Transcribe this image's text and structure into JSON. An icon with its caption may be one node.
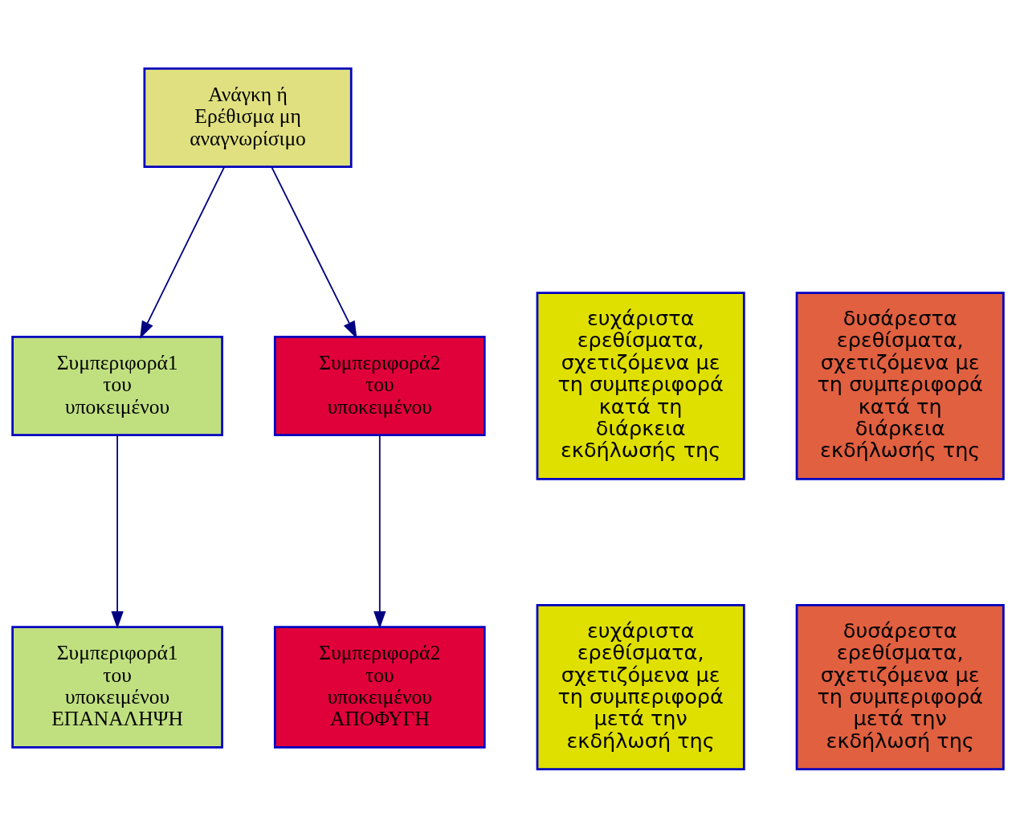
{
  "diagram": {
    "nodes": [
      {
        "text": [
          "Ανάγκη ή Ερέθισμα μη αναγνωρίσιμο"
        ]
      },
      {
        "text": [
          "ευχάριστα ερεθίσματα, σχετιζόμενα με τη συμπεριφορά κατά τη διάρκεια εκδήλωσής της"
        ]
      },
      {
        "text": [
          "Συμπεριφορά1 του υποκειμένου"
        ]
      },
      {
        "text": [
          "Συμπεριφορά2 του υποκειμένου"
        ]
      },
      {
        "text": [
          "δυσάρεστα ερεθίσματα, σχετιζόμενα με τη συμπεριφορά κατά τη διάρκεια εκδήλωσής της"
        ]
      },
      {
        "text": [
          "ευχάριστα ερεθίσματα, σχετιζόμενα με τη συμπεριφορά μετά την εκδήλωσή της"
        ]
      },
      {
        "text": [
          "δυσάρεστα ερεθίσματα, σχετιζόμενα με τη συμπεριφορά μετά την εκδήλωσή της"
        ]
      },
      {
        "text": [
          "Συμπεριφορά1 του υποκειμένου ΕΠΑΝΑΛΗΨΗ"
        ]
      },
      {
        "text": [
          "Συμπεριφορά2 του υποκειμένου ΑΠΟΦΥΓΗ"
        ]
      }
    ],
    "edges": [
      {
        "from": 0,
        "to": 2,
        "arrow": "to"
      },
      {
        "from": 0,
        "to": 3,
        "arrow": "to"
      },
      {
        "from": 2,
        "to": 7,
        "arrow": "to"
      },
      {
        "from": 3,
        "to": 8,
        "arrow": "to"
      }
    ]
  }
}
